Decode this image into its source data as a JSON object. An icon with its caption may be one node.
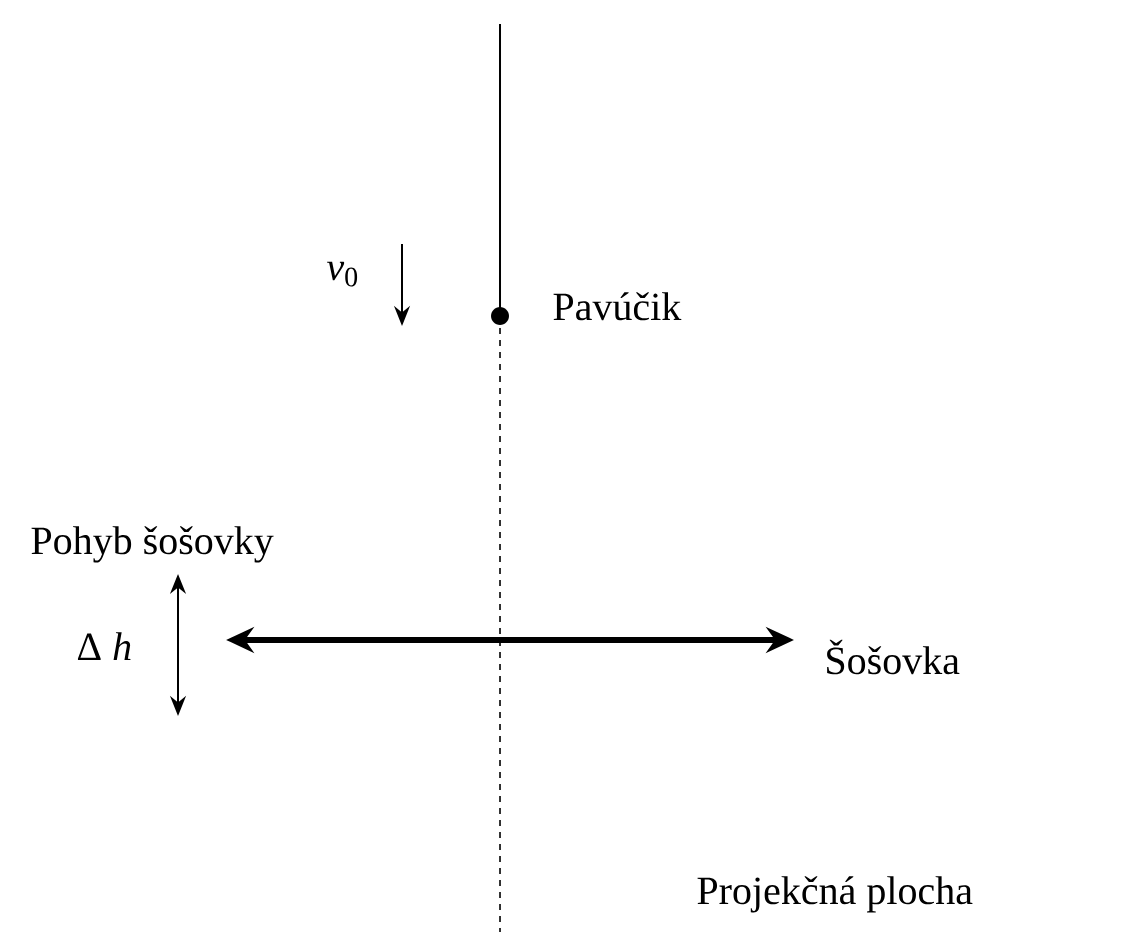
{
  "diagram": {
    "labels": [
      "*v*$_{0}$",
      "Pavúčik",
      "Pohyb šošovky",
      "Δ *h*",
      "Šošovka",
      "Projekčná plocha"
    ]
  }
}
